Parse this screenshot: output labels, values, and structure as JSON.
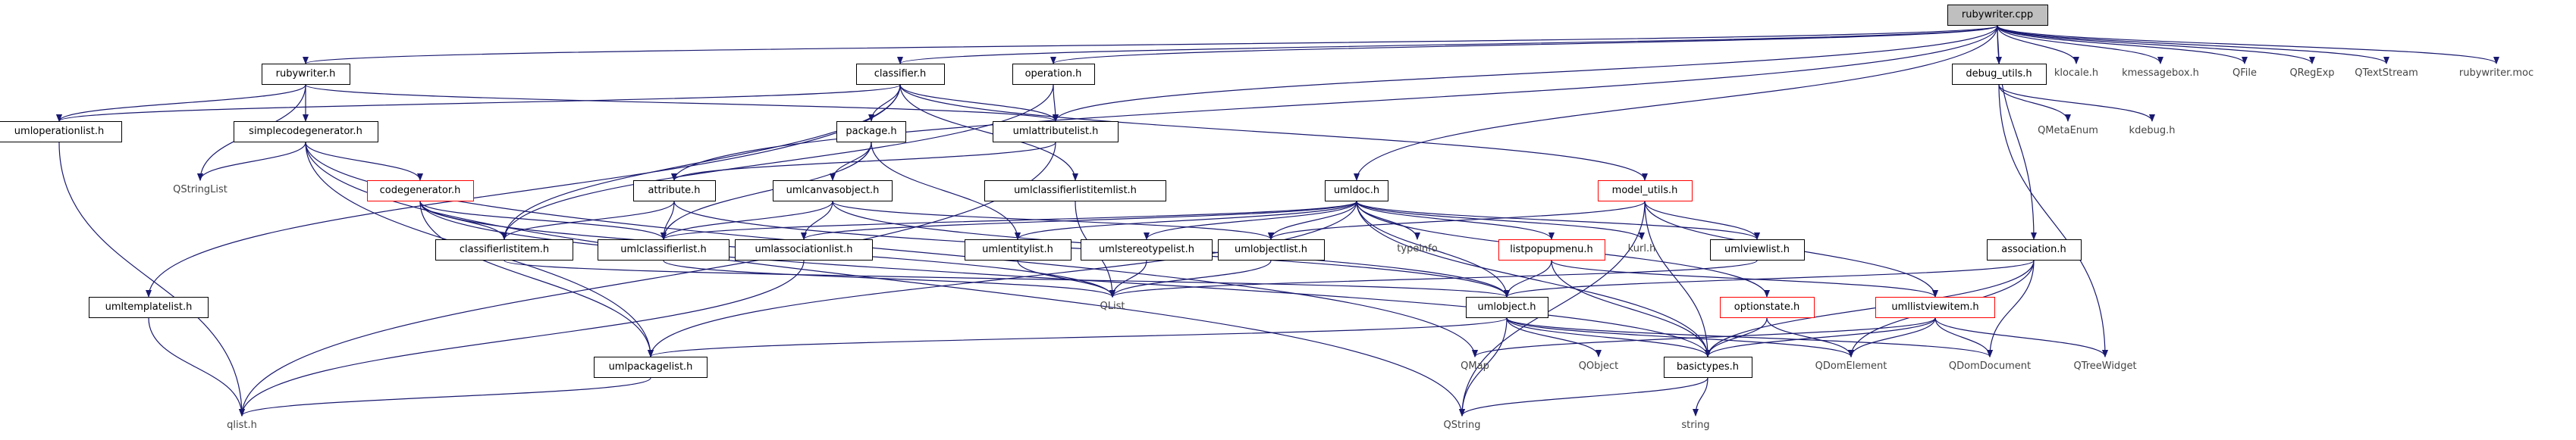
{
  "diagram": {
    "edge_color": "#191970",
    "nodes": [
      {
        "id": "rubywriter_cpp",
        "label": "rubywriter.cpp",
        "style": "root"
      },
      {
        "id": "rubywriter_h",
        "label": "rubywriter.h",
        "style": "doc"
      },
      {
        "id": "classifier_h",
        "label": "classifier.h",
        "style": "doc"
      },
      {
        "id": "operation_h",
        "label": "operation.h",
        "style": "doc"
      },
      {
        "id": "debug_utils_h",
        "label": "debug_utils.h",
        "style": "doc"
      },
      {
        "id": "klocale_h",
        "label": "klocale.h",
        "style": "lib"
      },
      {
        "id": "kmessagebox_h",
        "label": "kmessagebox.h",
        "style": "lib"
      },
      {
        "id": "QFile",
        "label": "QFile",
        "style": "lib"
      },
      {
        "id": "QRegExp",
        "label": "QRegExp",
        "style": "lib"
      },
      {
        "id": "QTextStream",
        "label": "QTextStream",
        "style": "lib"
      },
      {
        "id": "rubywriter_moc",
        "label": "rubywriter.moc",
        "style": "lib"
      },
      {
        "id": "umloperationlist_h",
        "label": "umloperationlist.h",
        "style": "doc"
      },
      {
        "id": "simplecodegenerator_h",
        "label": "simplecodegenerator.h",
        "style": "doc"
      },
      {
        "id": "package_h",
        "label": "package.h",
        "style": "doc"
      },
      {
        "id": "umlattributelist_h",
        "label": "umlattributelist.h",
        "style": "doc"
      },
      {
        "id": "QMetaEnum",
        "label": "QMetaEnum",
        "style": "lib"
      },
      {
        "id": "kdebug_h",
        "label": "kdebug.h",
        "style": "lib"
      },
      {
        "id": "QStringList",
        "label": "QStringList",
        "style": "lib"
      },
      {
        "id": "codegenerator_h",
        "label": "codegenerator.h",
        "style": "red"
      },
      {
        "id": "attribute_h",
        "label": "attribute.h",
        "style": "doc"
      },
      {
        "id": "umlcanvasobject_h",
        "label": "umlcanvasobject.h",
        "style": "doc"
      },
      {
        "id": "umlclassifierlistitemlist_h",
        "label": "umlclassifierlistitemlist.h",
        "style": "doc"
      },
      {
        "id": "umldoc_h",
        "label": "umldoc.h",
        "style": "doc"
      },
      {
        "id": "model_utils_h",
        "label": "model_utils.h",
        "style": "red"
      },
      {
        "id": "classifierlistitem_h",
        "label": "classifierlistitem.h",
        "style": "doc"
      },
      {
        "id": "umlclassifierlist_h",
        "label": "umlclassifierlist.h",
        "style": "doc"
      },
      {
        "id": "umlassociationlist_h",
        "label": "umlassociationlist.h",
        "style": "doc"
      },
      {
        "id": "umlentitylist_h",
        "label": "umlentitylist.h",
        "style": "doc"
      },
      {
        "id": "umlstereotypelist_h",
        "label": "umlstereotypelist.h",
        "style": "doc"
      },
      {
        "id": "umlobjectlist_h",
        "label": "umlobjectlist.h",
        "style": "doc"
      },
      {
        "id": "typeinfo",
        "label": "typeinfo",
        "style": "lib"
      },
      {
        "id": "listpopupmenu_h",
        "label": "listpopupmenu.h",
        "style": "red"
      },
      {
        "id": "kurl_h",
        "label": "kurl.h",
        "style": "lib"
      },
      {
        "id": "umlviewlist_h",
        "label": "umlviewlist.h",
        "style": "doc"
      },
      {
        "id": "association_h",
        "label": "association.h",
        "style": "doc"
      },
      {
        "id": "umltemplatelist_h",
        "label": "umltemplatelist.h",
        "style": "doc"
      },
      {
        "id": "QList",
        "label": "QList",
        "style": "lib"
      },
      {
        "id": "umlobject_h",
        "label": "umlobject.h",
        "style": "doc"
      },
      {
        "id": "optionstate_h",
        "label": "optionstate.h",
        "style": "red"
      },
      {
        "id": "umllistviewitem_h",
        "label": "umllistviewitem.h",
        "style": "red"
      },
      {
        "id": "umlpackagelist_h",
        "label": "umlpackagelist.h",
        "style": "doc"
      },
      {
        "id": "QMap",
        "label": "QMap",
        "style": "lib"
      },
      {
        "id": "QObject",
        "label": "QObject",
        "style": "lib"
      },
      {
        "id": "basictypes_h",
        "label": "basictypes.h",
        "style": "doc"
      },
      {
        "id": "QDomElement",
        "label": "QDomElement",
        "style": "lib"
      },
      {
        "id": "QDomDocument",
        "label": "QDomDocument",
        "style": "lib"
      },
      {
        "id": "QTreeWidget",
        "label": "QTreeWidget",
        "style": "lib"
      },
      {
        "id": "qlist_h",
        "label": "qlist.h",
        "style": "lib"
      },
      {
        "id": "QString",
        "label": "QString",
        "style": "lib"
      },
      {
        "id": "string",
        "label": "string",
        "style": "lib"
      }
    ],
    "edges": [
      [
        "rubywriter_cpp",
        "rubywriter_h"
      ],
      [
        "rubywriter_cpp",
        "classifier_h"
      ],
      [
        "rubywriter_cpp",
        "operation_h"
      ],
      [
        "rubywriter_cpp",
        "umlattributelist_h"
      ],
      [
        "rubywriter_cpp",
        "attribute_h"
      ],
      [
        "rubywriter_cpp",
        "umldoc_h"
      ],
      [
        "rubywriter_cpp",
        "association_h"
      ],
      [
        "rubywriter_cpp",
        "debug_utils_h"
      ],
      [
        "rubywriter_cpp",
        "klocale_h"
      ],
      [
        "rubywriter_cpp",
        "kmessagebox_h"
      ],
      [
        "rubywriter_cpp",
        "QFile"
      ],
      [
        "rubywriter_cpp",
        "QRegExp"
      ],
      [
        "rubywriter_cpp",
        "QTextStream"
      ],
      [
        "rubywriter_cpp",
        "rubywriter_moc"
      ],
      [
        "rubywriter_h",
        "simplecodegenerator_h"
      ],
      [
        "rubywriter_h",
        "umloperationlist_h"
      ],
      [
        "rubywriter_h",
        "umlattributelist_h"
      ],
      [
        "rubywriter_h",
        "QStringList"
      ],
      [
        "classifier_h",
        "package_h"
      ],
      [
        "classifier_h",
        "umlattributelist_h"
      ],
      [
        "classifier_h",
        "umloperationlist_h"
      ],
      [
        "classifier_h",
        "classifierlistitem_h"
      ],
      [
        "classifier_h",
        "umlclassifierlistitemlist_h"
      ],
      [
        "classifier_h",
        "umltemplatelist_h"
      ],
      [
        "classifier_h",
        "model_utils_h"
      ],
      [
        "operation_h",
        "umlattributelist_h"
      ],
      [
        "operation_h",
        "classifierlistitem_h"
      ],
      [
        "debug_utils_h",
        "QMetaEnum"
      ],
      [
        "debug_utils_h",
        "kdebug_h"
      ],
      [
        "debug_utils_h",
        "QTreeWidget"
      ],
      [
        "umloperationlist_h",
        "qlist_h"
      ],
      [
        "simplecodegenerator_h",
        "codegenerator_h"
      ],
      [
        "simplecodegenerator_h",
        "QStringList"
      ],
      [
        "simplecodegenerator_h",
        "umlpackagelist_h"
      ],
      [
        "simplecodegenerator_h",
        "QMap"
      ],
      [
        "simplecodegenerator_h",
        "QString"
      ],
      [
        "package_h",
        "umlcanvasobject_h"
      ],
      [
        "package_h",
        "umlclassifierlist_h"
      ],
      [
        "package_h",
        "umlentitylist_h"
      ],
      [
        "umlattributelist_h",
        "attribute_h"
      ],
      [
        "umlattributelist_h",
        "qlist_h"
      ],
      [
        "codegenerator_h",
        "umlpackagelist_h"
      ],
      [
        "codegenerator_h",
        "classifierlistitem_h"
      ],
      [
        "codegenerator_h",
        "umlclassifierlist_h"
      ],
      [
        "codegenerator_h",
        "QList"
      ],
      [
        "codegenerator_h",
        "basictypes_h"
      ],
      [
        "attribute_h",
        "classifierlistitem_h"
      ],
      [
        "attribute_h",
        "umlclassifierlist_h"
      ],
      [
        "attribute_h",
        "umlobject_h"
      ],
      [
        "umlcanvasobject_h",
        "umlclassifierlist_h"
      ],
      [
        "umlcanvasobject_h",
        "umlassociationlist_h"
      ],
      [
        "umlcanvasobject_h",
        "umlobjectlist_h"
      ],
      [
        "umlcanvasobject_h",
        "umlobject_h"
      ],
      [
        "umlclassifierlistitemlist_h",
        "QList"
      ],
      [
        "umldoc_h",
        "umlclassifierlist_h"
      ],
      [
        "umldoc_h",
        "umlassociationlist_h"
      ],
      [
        "umldoc_h",
        "umlentitylist_h"
      ],
      [
        "umldoc_h",
        "umlstereotypelist_h"
      ],
      [
        "umldoc_h",
        "umlobjectlist_h"
      ],
      [
        "umldoc_h",
        "typeinfo"
      ],
      [
        "umldoc_h",
        "listpopupmenu_h"
      ],
      [
        "umldoc_h",
        "kurl_h"
      ],
      [
        "umldoc_h",
        "umlviewlist_h"
      ],
      [
        "umldoc_h",
        "umlobject_h"
      ],
      [
        "umldoc_h",
        "optionstate_h"
      ],
      [
        "umldoc_h",
        "umlpackagelist_h"
      ],
      [
        "umldoc_h",
        "basictypes_h"
      ],
      [
        "model_utils_h",
        "umlobjectlist_h"
      ],
      [
        "model_utils_h",
        "umlviewlist_h"
      ],
      [
        "model_utils_h",
        "basictypes_h"
      ],
      [
        "model_utils_h",
        "umllistviewitem_h"
      ],
      [
        "model_utils_h",
        "QString"
      ],
      [
        "classifierlistitem_h",
        "umlobject_h"
      ],
      [
        "umlclassifierlist_h",
        "QList"
      ],
      [
        "umlassociationlist_h",
        "qlist_h"
      ],
      [
        "umlentitylist_h",
        "QList"
      ],
      [
        "umlstereotypelist_h",
        "QList"
      ],
      [
        "umlobjectlist_h",
        "QList"
      ],
      [
        "umlviewlist_h",
        "QList"
      ],
      [
        "listpopupmenu_h",
        "umlobject_h"
      ],
      [
        "listpopupmenu_h",
        "umllistviewitem_h"
      ],
      [
        "listpopupmenu_h",
        "basictypes_h"
      ],
      [
        "association_h",
        "umlobject_h"
      ],
      [
        "association_h",
        "basictypes_h"
      ],
      [
        "association_h",
        "QDomElement"
      ],
      [
        "association_h",
        "QDomDocument"
      ],
      [
        "umltemplatelist_h",
        "qlist_h"
      ],
      [
        "umlobject_h",
        "umlpackagelist_h"
      ],
      [
        "umlobject_h",
        "QObject"
      ],
      [
        "umlobject_h",
        "basictypes_h"
      ],
      [
        "umlobject_h",
        "QString"
      ],
      [
        "umlobject_h",
        "QDomElement"
      ],
      [
        "umlobject_h",
        "QDomDocument"
      ],
      [
        "optionstate_h",
        "basictypes_h"
      ],
      [
        "optionstate_h",
        "QDomElement"
      ],
      [
        "umllistviewitem_h",
        "basictypes_h"
      ],
      [
        "umllistviewitem_h",
        "QMap"
      ],
      [
        "umllistviewitem_h",
        "QDomElement"
      ],
      [
        "umllistviewitem_h",
        "QDomDocument"
      ],
      [
        "umllistviewitem_h",
        "QTreeWidget"
      ],
      [
        "umlpackagelist_h",
        "qlist_h"
      ],
      [
        "basictypes_h",
        "QString"
      ],
      [
        "basictypes_h",
        "string"
      ]
    ]
  }
}
